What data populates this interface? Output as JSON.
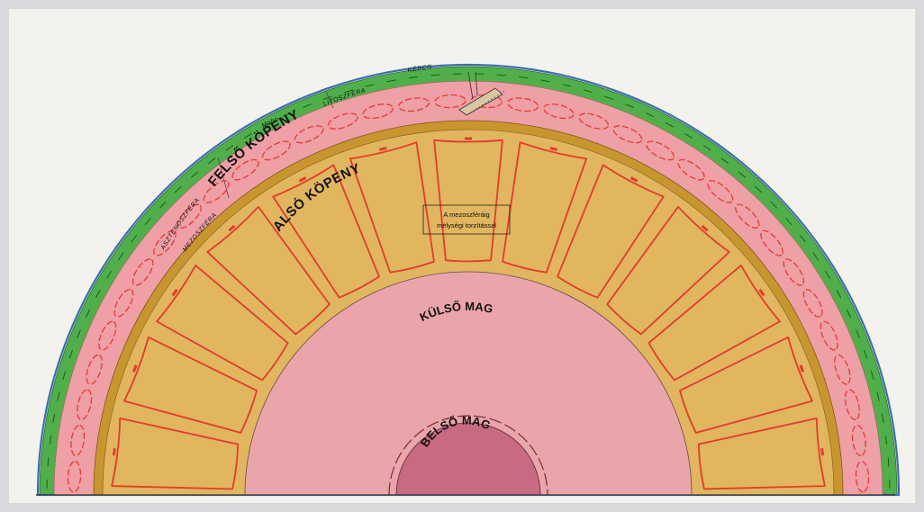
{
  "labels": {
    "kereg": "KÉREG",
    "litoszfera": "LITOSZFÉRA",
    "moho": "Moho",
    "asztenoszfera": "ASZTENOSZFÉRA",
    "mezoszfera": "MEZOSZFÉRA",
    "felso_kopeny": "FELSŐ KÖPENY",
    "also_kopeny": "ALSÓ KÖPENY",
    "kulso_mag": "KÜLSŐ MAG",
    "belso_mag": "BELSŐ MAG",
    "note_line1": "A mezoszféráig",
    "note_line2": "mélységi torzítással"
  },
  "colors": {
    "background": "#d7d9dc",
    "paper": "#f4f2ec",
    "crust": "#4fb04a",
    "ocean": "#3a6fb8",
    "asthenosphere": "#ef9fa6",
    "lower_mantle": "#e0b65e",
    "mesosphere_band": "#c9962e",
    "outer_core": "#eaa5ab",
    "inner_core": "#c86a82",
    "convection": "#e43a2e"
  }
}
